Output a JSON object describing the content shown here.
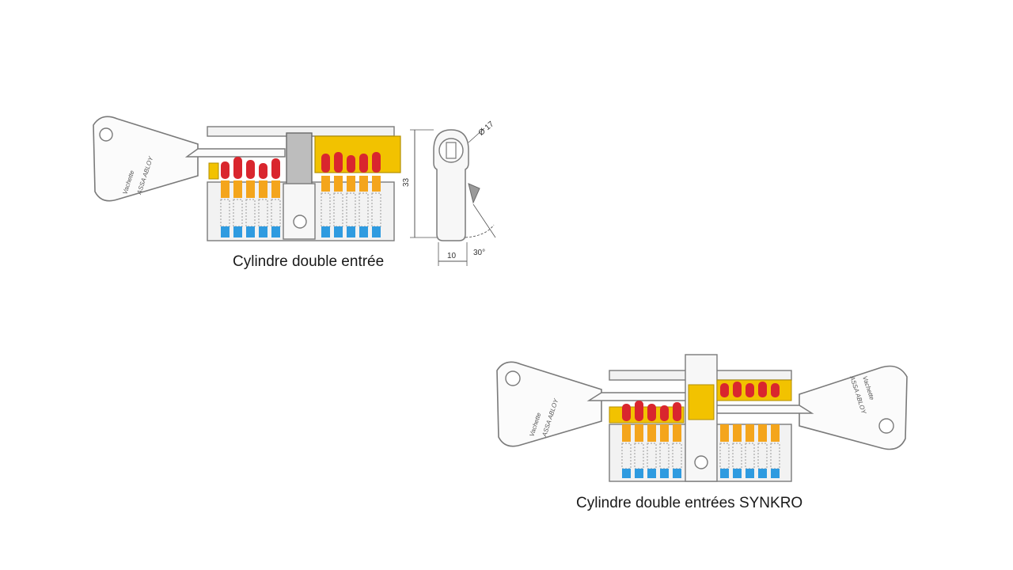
{
  "figures": [
    {
      "caption": "Cylindre double entrée",
      "dimensions": {
        "diameter": "Ø 17",
        "height": "33",
        "width": "10",
        "angle": "30°"
      },
      "key_brand": "Vachette",
      "key_group": "ASSA ABLOY"
    },
    {
      "caption": "Cylindre double entrées SYNKRO",
      "key_brand": "Vachette",
      "key_group": "ASSA ABLOY"
    }
  ],
  "colors": {
    "pin_top": "#d9262e",
    "pin_mid": "#f4a51c",
    "pin_bottom": "#2f9be0",
    "brass": "#f2c200",
    "outline": "#7a7a7a",
    "body_fill": "#f2f2f2",
    "spring": "#9a9a9a"
  }
}
